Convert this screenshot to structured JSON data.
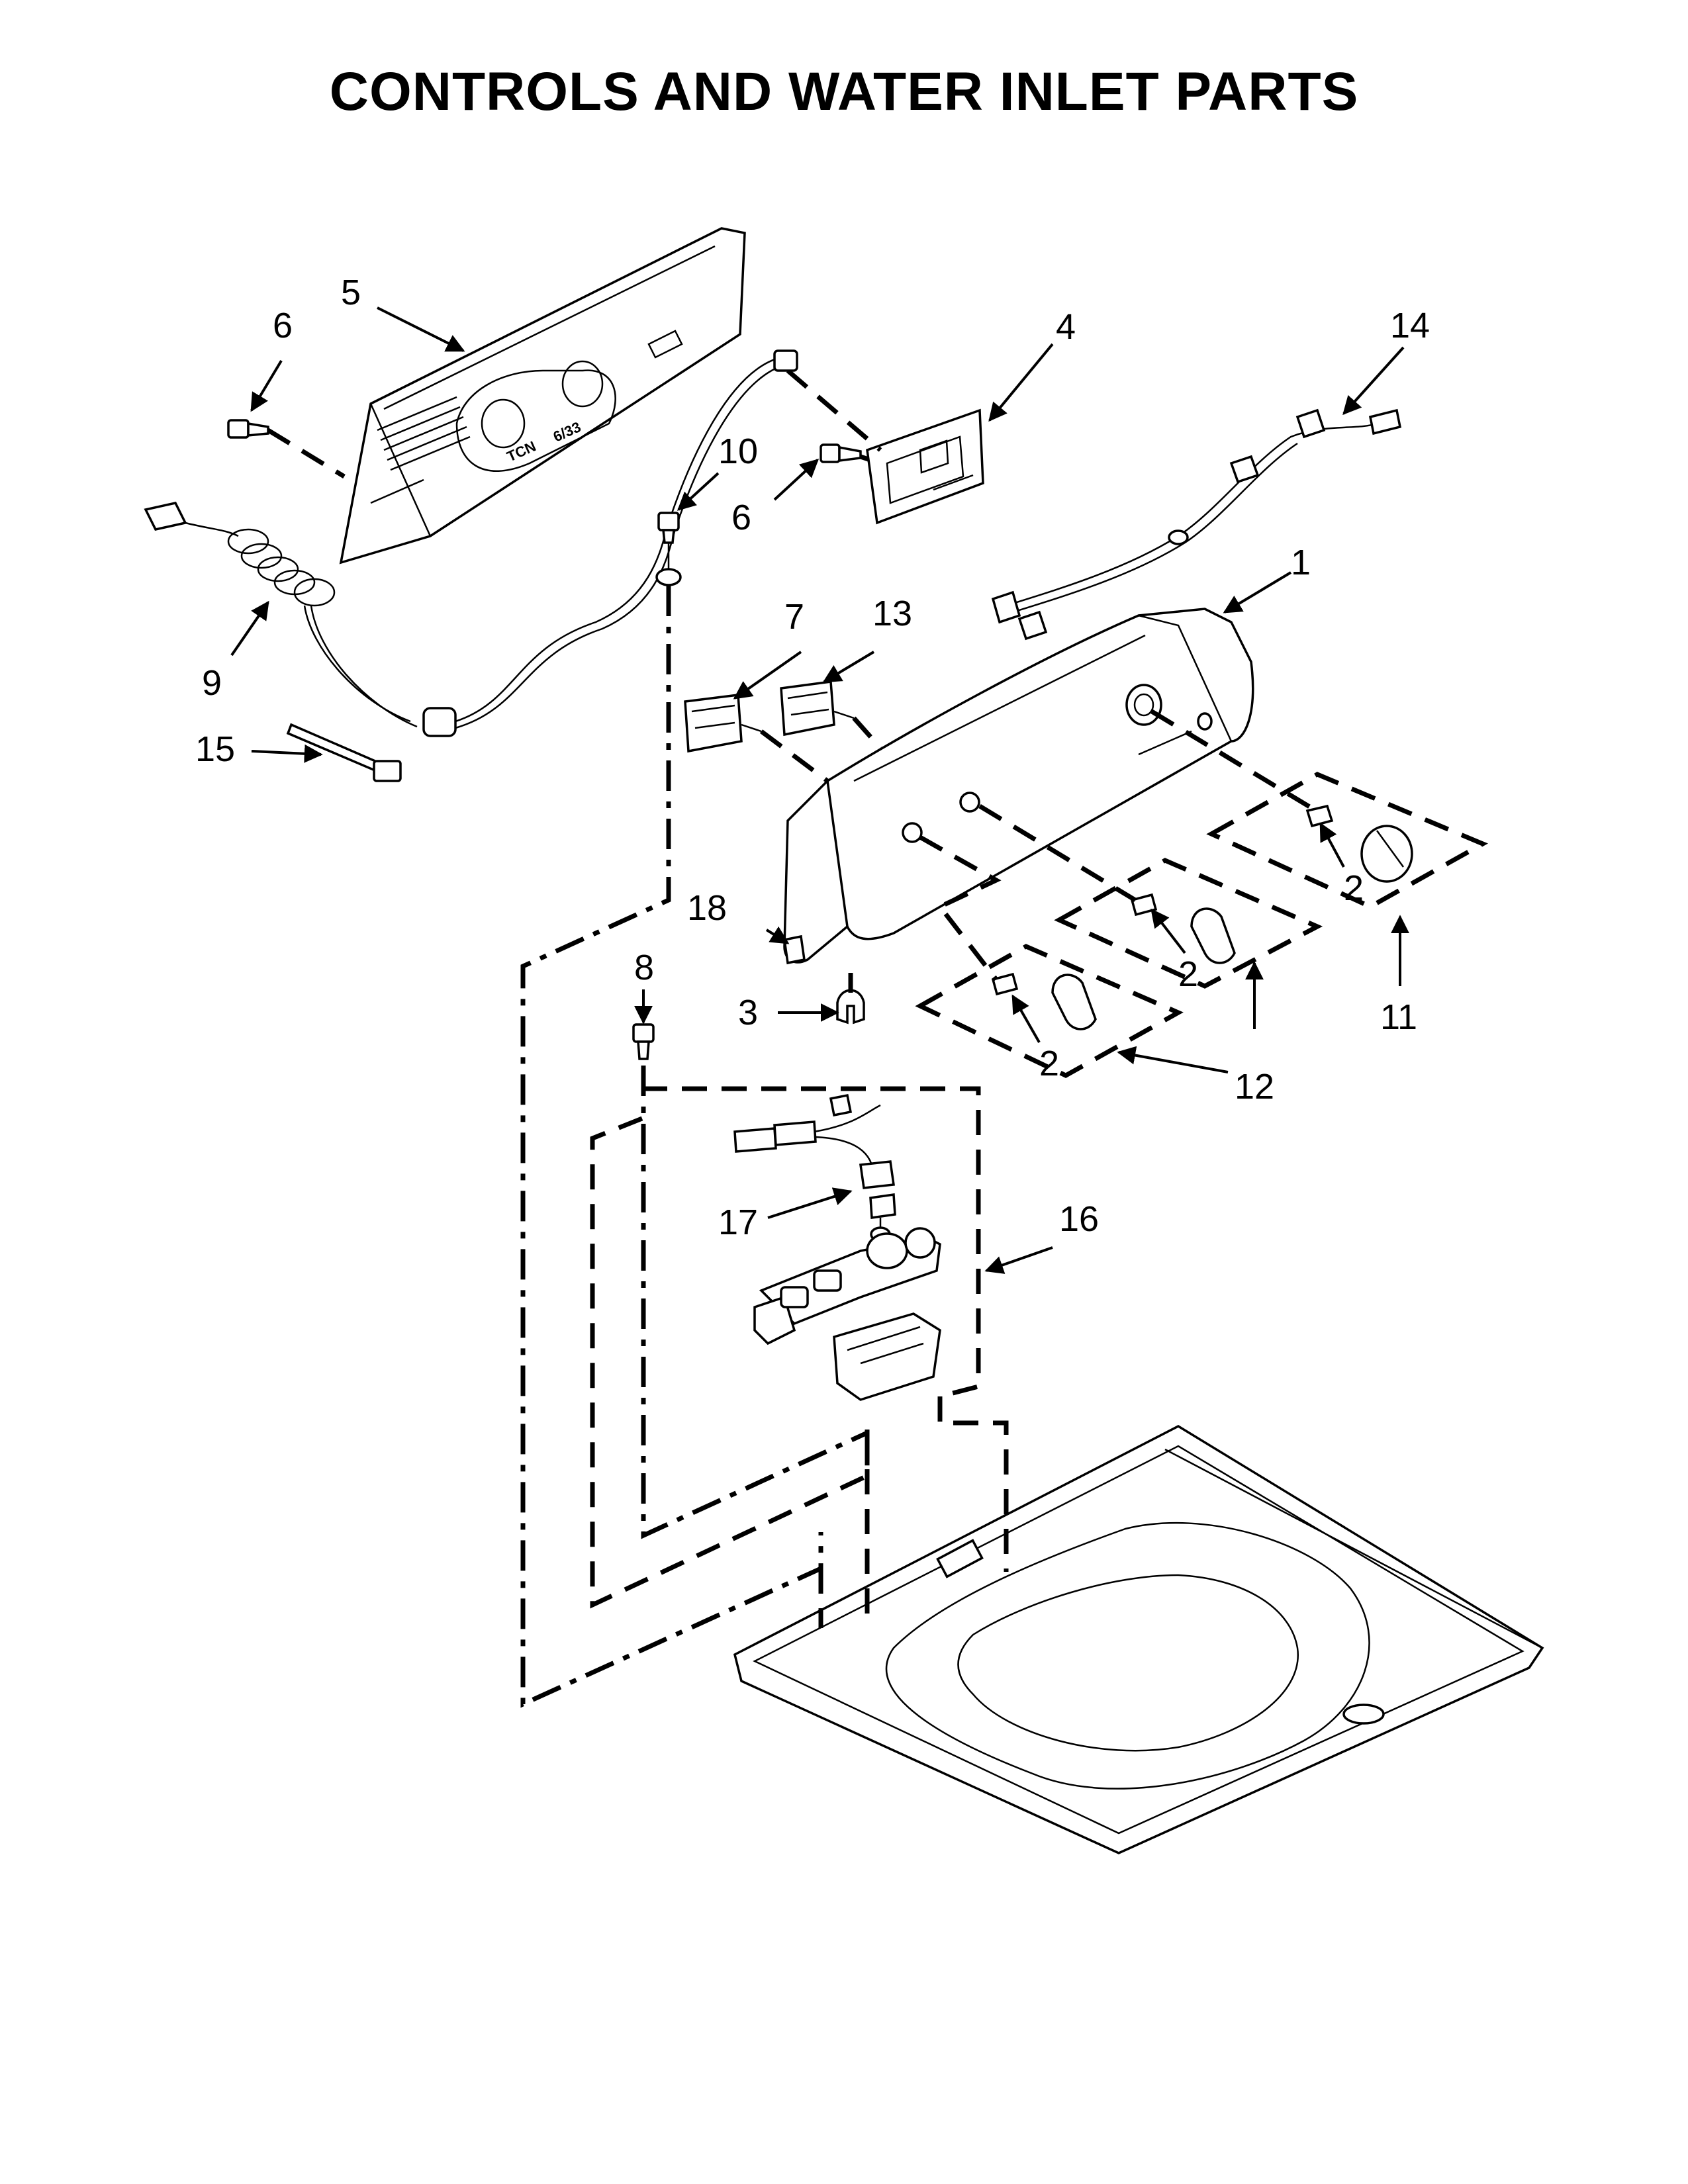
{
  "title": "CONTROLS AND WATER INLET PARTS",
  "panel_text": {
    "left": "TCN",
    "right": "6/33"
  },
  "callouts": [
    "1",
    "2",
    "2",
    "2",
    "2",
    "3",
    "4",
    "5",
    "6",
    "6",
    "7",
    "8",
    "9",
    "10",
    "11",
    "12",
    "12",
    "13",
    "14",
    "15",
    "16",
    "17",
    "18"
  ]
}
